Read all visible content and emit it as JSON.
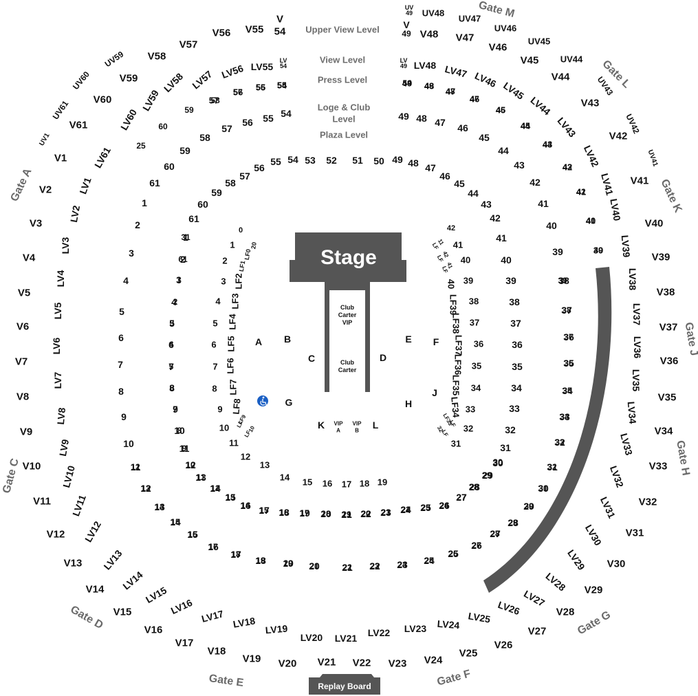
{
  "stage": {
    "label": "Stage"
  },
  "replay_board": {
    "label": "Replay Board"
  },
  "colors": {
    "structure": "#555555",
    "text": "#111111",
    "gate": "#6a6a6a",
    "accessible": "#1a5fc4"
  },
  "icons": {
    "accessible": "wheelchair-icon"
  },
  "level_labels": [
    {
      "id": "upper-view",
      "text": "Upper View Level"
    },
    {
      "id": "view",
      "text": "View Level"
    },
    {
      "id": "press",
      "text": "Press Level"
    },
    {
      "id": "loge-club-1",
      "text": "Loge & Club"
    },
    {
      "id": "loge-club-2",
      "text": "Level"
    },
    {
      "id": "plaza",
      "text": "Plaza Level"
    }
  ],
  "gates": [
    "Gate M",
    "Gate L",
    "Gate K",
    "Gate J",
    "Gate H",
    "Gate G",
    "Gate F",
    "Gate E",
    "Gate D",
    "Gate C",
    "Gate A"
  ],
  "floor": {
    "club_carter_vip": [
      "Club",
      "Carter",
      "VIP"
    ],
    "club_carter": [
      "Club",
      "Carter"
    ],
    "sections": [
      "A",
      "B",
      "C",
      "D",
      "E",
      "F",
      "G",
      "H",
      "J",
      "K",
      "L"
    ],
    "vip": [
      [
        "VIP",
        "A"
      ],
      [
        "VIP",
        "B"
      ]
    ]
  },
  "sections": [
    "UV1",
    "UV61",
    "UV60",
    "UV59",
    "V1",
    "V61",
    "V60",
    "V59",
    "V58",
    "V57",
    "V56",
    "V55",
    "V",
    "54",
    "UV",
    "49",
    "UV48",
    "UV47",
    "UV46",
    "UV45",
    "UV44",
    "UV43",
    "UV42",
    "UV41",
    "V",
    "49",
    "V48",
    "V47",
    "V46",
    "V45",
    "V44",
    "V43",
    "V42",
    "V41",
    "V40",
    "V39",
    "V38",
    "V37",
    "V36",
    "V35",
    "V34",
    "V33",
    "V32",
    "V31",
    "V30",
    "V29",
    "V28",
    "V27",
    "V26",
    "V25",
    "V24",
    "V23",
    "V22",
    "V21",
    "V20",
    "V19",
    "V18",
    "V17",
    "V16",
    "V15",
    "V14",
    "V13",
    "V12",
    "V11",
    "V10",
    "V9",
    "V8",
    "V7",
    "V6",
    "V5",
    "V4",
    "V3",
    "V2",
    "LV61",
    "LV60",
    "LV59",
    "LV58",
    "LV57",
    "LV56",
    "LV55",
    "LV",
    "54",
    "LV",
    "49",
    "LV48",
    "LV47",
    "LV46",
    "LV45",
    "LV44",
    "LV43",
    "LV42",
    "LV41",
    "LV40",
    "LV39",
    "LV38",
    "LV37",
    "LV36",
    "LV35",
    "LV34",
    "LV33",
    "LV32",
    "LV31",
    "LV30",
    "LV29",
    "LV28",
    "LV27",
    "LV26",
    "LV25",
    "LV24",
    "LV23",
    "LV22",
    "LV21",
    "LV20",
    "LV19",
    "LV18",
    "LV17",
    "LV16",
    "LV15",
    "LV14",
    "LV13",
    "LV12",
    "LV11",
    "LV10",
    "LV9",
    "LV8",
    "LV7",
    "LV6",
    "LV5",
    "LV4",
    "LV3",
    "LV2",
    "LV1",
    "57",
    "56",
    "55",
    "54",
    "49",
    "48",
    "47",
    "46",
    "45",
    "44",
    "43",
    "42",
    "41",
    "40",
    "39",
    "58",
    "57",
    "56",
    "55",
    "54",
    "49",
    "48",
    "47",
    "46",
    "45",
    "44",
    "43",
    "42",
    "41",
    "40",
    "39",
    "38",
    "37",
    "36",
    "35",
    "34",
    "33",
    "32",
    "31",
    "30",
    "29",
    "28",
    "27",
    "26",
    "25",
    "24",
    "23",
    "22",
    "21",
    "20",
    "19",
    "18",
    "17",
    "16",
    "15",
    "14",
    "13",
    "12",
    "11",
    "10",
    "9",
    "8",
    "7",
    "6",
    "5",
    "4",
    "3",
    "2",
    "1",
    "61",
    "60",
    "59",
    "55",
    "54",
    "53",
    "52",
    "51",
    "50",
    "49",
    "48",
    "47",
    "46",
    "45",
    "44",
    "43",
    "42",
    "41",
    "40",
    "39",
    "38",
    "37",
    "36",
    "35",
    "34",
    "33",
    "32",
    "31",
    "30",
    "29",
    "28",
    "27",
    "26",
    "25",
    "24",
    "23",
    "22",
    "21",
    "20",
    "19",
    "18",
    "17",
    "16",
    "15",
    "14",
    "13",
    "12",
    "11",
    "10",
    "9",
    "8",
    "7",
    "6",
    "5",
    "4",
    "3",
    "2",
    "1",
    "61",
    "60",
    "59",
    "58",
    "57",
    "56",
    "0",
    "1",
    "2",
    "3",
    "4",
    "5",
    "6",
    "7",
    "8",
    "9",
    "10",
    "11",
    "12",
    "13",
    "14",
    "15",
    "16",
    "17",
    "18",
    "19",
    "42",
    "41",
    "40",
    "39",
    "38",
    "37",
    "36",
    "35",
    "34",
    "33",
    "32",
    "31",
    "30",
    "29",
    "28",
    "27",
    "26",
    "25",
    "24",
    "23",
    "22",
    "21",
    "20",
    "LF0",
    "LF1",
    "LF2",
    "LF3",
    "LF4",
    "LF5",
    "LF6",
    "LF7",
    "LF8",
    "LF9",
    "LF",
    "10",
    "LF",
    "11",
    "LF",
    "42",
    "LF",
    "41",
    "LF",
    "40",
    "LF39",
    "LF38",
    "LF37",
    "LF36",
    "LF35",
    "LF34",
    "LF33",
    "LF",
    "32",
    "LF",
    "31",
    "61",
    "1",
    "2",
    "3",
    "4",
    "5",
    "6",
    "7",
    "8",
    "9",
    "10",
    "11",
    "12",
    "13",
    "14",
    "15",
    "16",
    "17",
    "18",
    "19",
    "20",
    "21",
    "22",
    "23",
    "24",
    "25",
    "60",
    "59",
    "58",
    "57",
    "56",
    "55",
    "54",
    "49",
    "48",
    "47",
    "46",
    "45",
    "44",
    "43",
    "42",
    "41",
    "40",
    "39",
    "38",
    "37",
    "36",
    "35",
    "34",
    "33",
    "32",
    "31",
    "30",
    "29",
    "28",
    "27",
    "26",
    "25",
    "24",
    "23",
    "22",
    "21",
    "20",
    "19",
    "18",
    "17",
    "16",
    "15",
    "14",
    "13",
    "12",
    "11",
    "10",
    "9",
    "8",
    "7",
    "6",
    "5",
    "4",
    "3",
    "2",
    "1",
    "61",
    "60"
  ]
}
